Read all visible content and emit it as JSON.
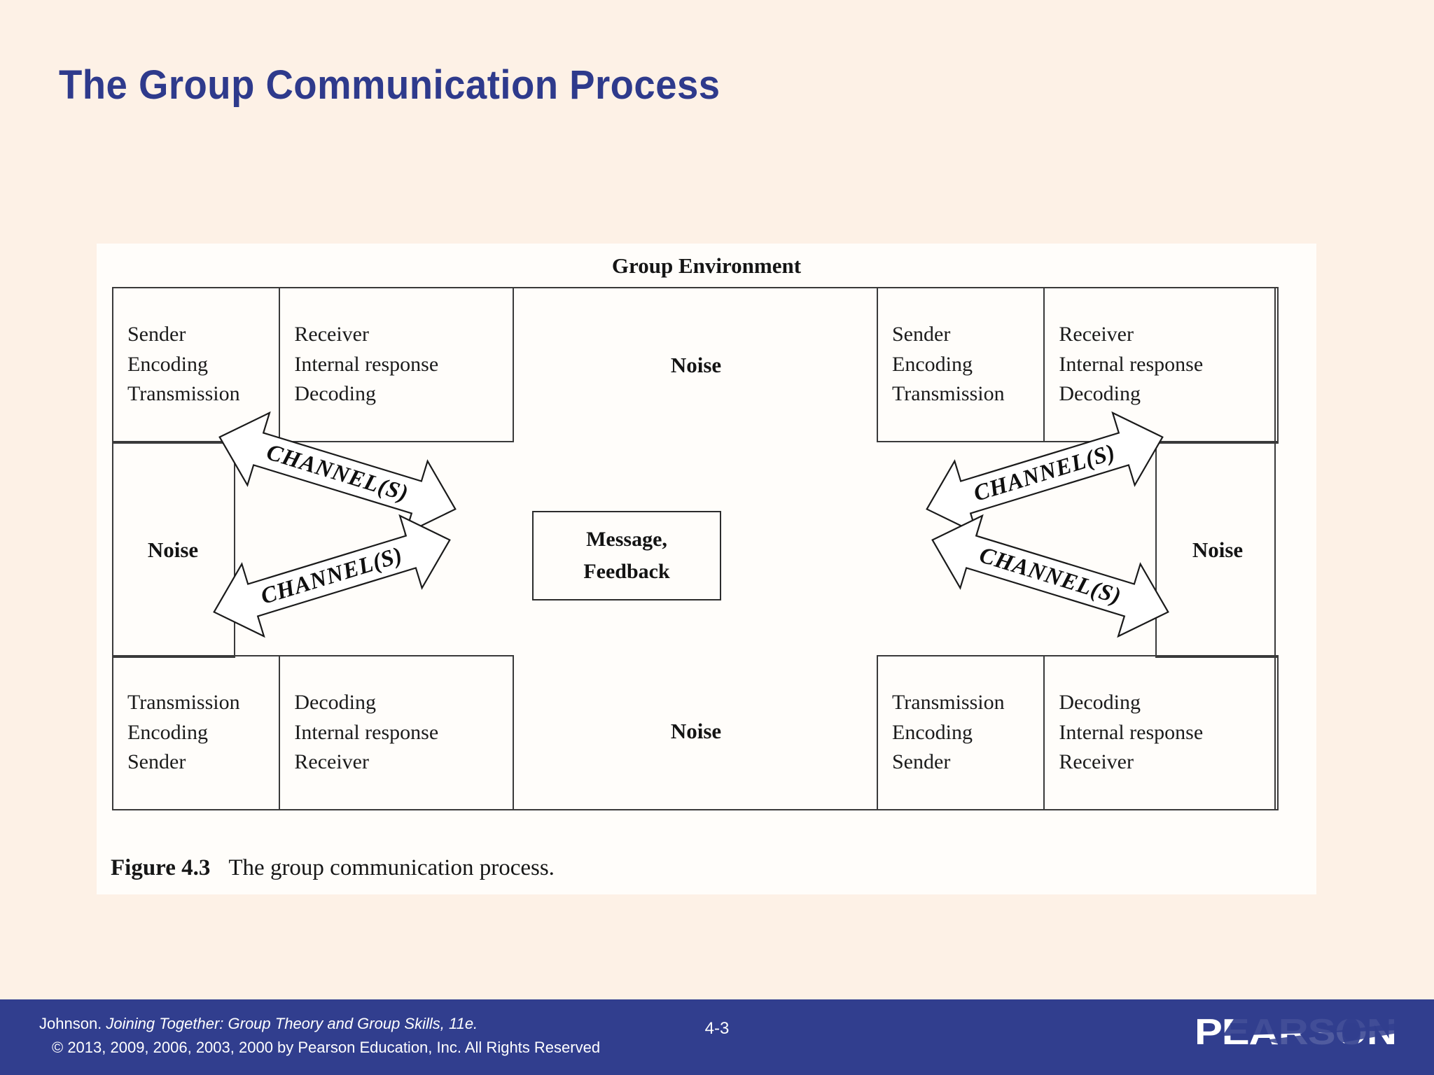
{
  "slide": {
    "title": "The Group Communication Process",
    "title_color": "#2e3a8c",
    "background_color": "#fdf1e6"
  },
  "figure": {
    "group_environment_label": "Group Environment",
    "caption_number": "Figure 4.3",
    "caption_text": "The group communication process.",
    "noise_label": "Noise",
    "channel_label": "CHANNEL(S)",
    "center_box": {
      "line1": "Message,",
      "line2": "Feedback"
    },
    "boxes": {
      "top_left": {
        "col1": [
          "Sender",
          "Encoding",
          "Transmission"
        ],
        "col2": [
          "Receiver",
          "Internal response",
          "Decoding"
        ]
      },
      "top_right": {
        "col1": [
          "Sender",
          "Encoding",
          "Transmission"
        ],
        "col2": [
          "Receiver",
          "Internal response",
          "Decoding"
        ]
      },
      "bottom_left": {
        "col1": [
          "Transmission",
          "Encoding",
          "Sender"
        ],
        "col2": [
          "Decoding",
          "Internal response",
          "Receiver"
        ]
      },
      "bottom_right": {
        "col1": [
          "Transmission",
          "Encoding",
          "Sender"
        ],
        "col2": [
          "Decoding",
          "Internal response",
          "Receiver"
        ]
      }
    },
    "noise_positions": [
      "top-center",
      "middle-left",
      "middle-right",
      "bottom-center"
    ],
    "channel_arrows": [
      "upper-left",
      "lower-left",
      "upper-right",
      "lower-right"
    ]
  },
  "footer": {
    "credit_author": "Johnson.",
    "credit_book": "Joining Together: Group Theory and Group Skills, 11e.",
    "copyright": "© 2013, 2009, 2006, 2003, 2000 by Pearson Education, Inc. All Rights Reserved",
    "slide_number": "4-3",
    "brand": "PEARSON",
    "bar_color": "#313e8e"
  }
}
